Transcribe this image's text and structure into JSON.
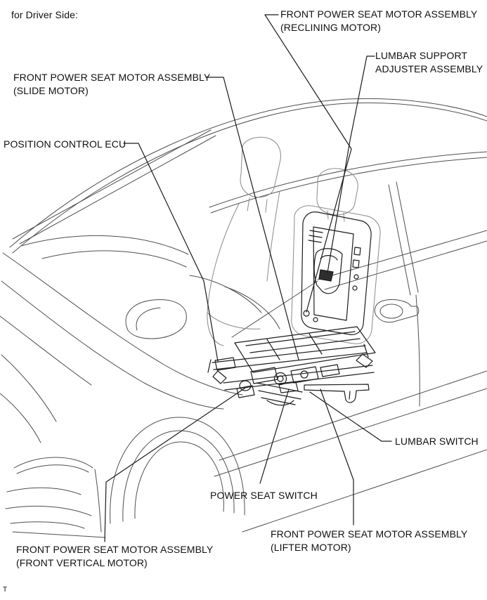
{
  "title": {
    "text": "for Driver Side:"
  },
  "labels": {
    "reclining_motor": {
      "line1": "FRONT POWER SEAT MOTOR ASSEMBLY",
      "line2": "(RECLINING MOTOR)"
    },
    "lumbar_support": {
      "line1": "LUMBAR SUPPORT",
      "line2": "ADJUSTER ASSEMBLY"
    },
    "slide_motor": {
      "line1": "FRONT POWER SEAT MOTOR ASSEMBLY",
      "line2": "(SLIDE MOTOR)"
    },
    "position_control_ecu": {
      "line1": "POSITION CONTROL ECU"
    },
    "lumbar_switch": {
      "line1": "LUMBAR SWITCH"
    },
    "power_seat_switch": {
      "line1": "POWER SEAT SWITCH"
    },
    "lifter_motor": {
      "line1": "FRONT POWER SEAT MOTOR ASSEMBLY",
      "line2": "(LIFTER MOTOR)"
    },
    "front_vertical_motor": {
      "line1": "FRONT POWER SEAT MOTOR ASSEMBLY",
      "line2": "(FRONT VERTICAL MOTOR)"
    }
  },
  "footer_mark": "T",
  "colors": {
    "background": "#ffffff",
    "car_line": "#4f4f4f",
    "ghost_line": "#8a8a8a",
    "seat_line": "#1c1c1c",
    "leader_line": "#1a1a1a",
    "text": "#101010"
  }
}
